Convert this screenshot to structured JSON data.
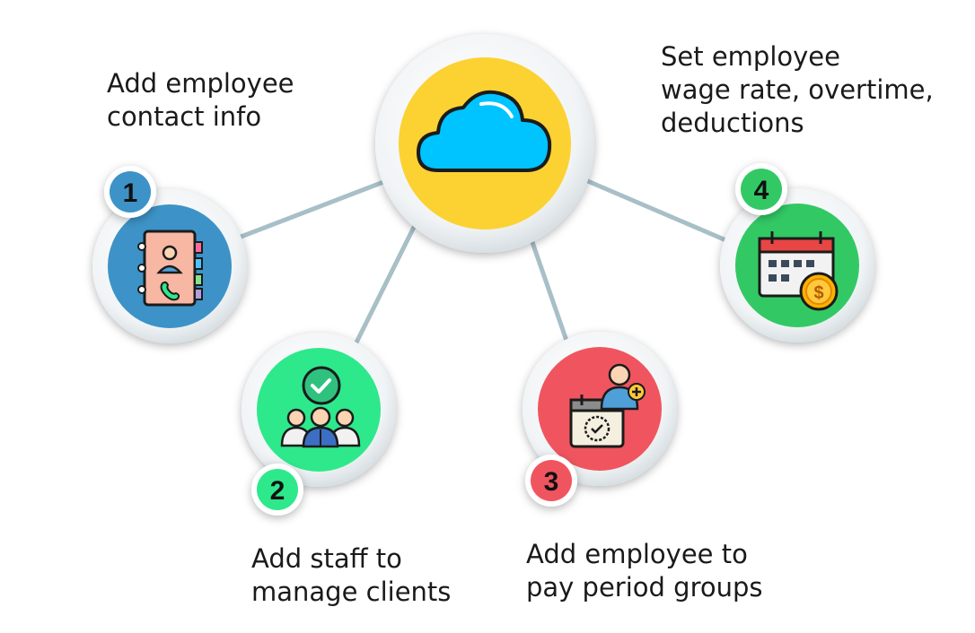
{
  "hub": {
    "icon": "cloud-icon",
    "color": "#FCD232",
    "icon_color": "#00C4FF"
  },
  "steps": [
    {
      "number": "1",
      "lines": [
        "Add employee",
        "contact info"
      ],
      "icon": "contact-book-icon",
      "color": "#3D93C7",
      "badge_color": "#3D93C7"
    },
    {
      "number": "2",
      "lines": [
        "Add staff to",
        "manage clients"
      ],
      "icon": "team-approval-icon",
      "color": "#2EE88C",
      "badge_color": "#2EE88C"
    },
    {
      "number": "3",
      "lines": [
        "Add employee to",
        "pay period groups"
      ],
      "icon": "calendar-add-user-icon",
      "color": "#F0555F",
      "badge_color": "#F0555F"
    },
    {
      "number": "4",
      "lines": [
        "Set employee",
        "wage rate, overtime,",
        "deductions"
      ],
      "icon": "calendar-payment-icon",
      "color": "#32C965",
      "badge_color": "#32C965"
    }
  ],
  "connector_color": "#A8BFC8"
}
